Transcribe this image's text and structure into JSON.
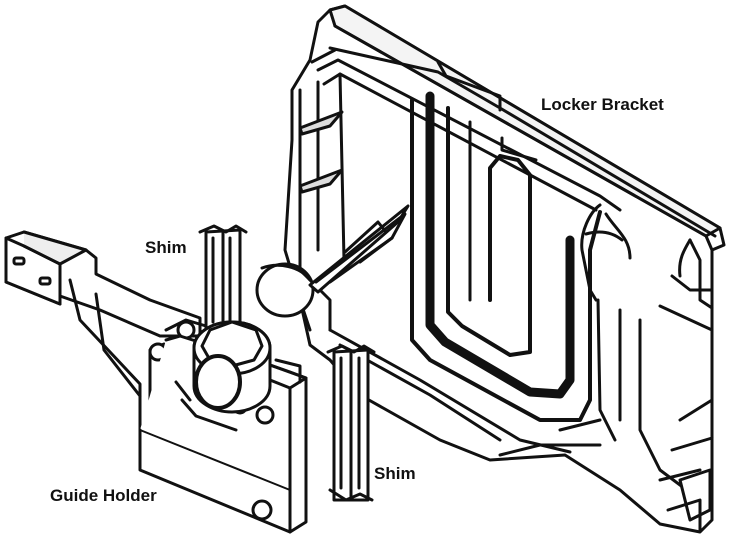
{
  "labels": {
    "locker_bracket": "Locker Bracket",
    "shim_upper": "Shim",
    "shim_lower": "Shim",
    "guide_holder": "Guide Holder"
  },
  "colors": {
    "line": "#111111",
    "background": "#ffffff"
  }
}
